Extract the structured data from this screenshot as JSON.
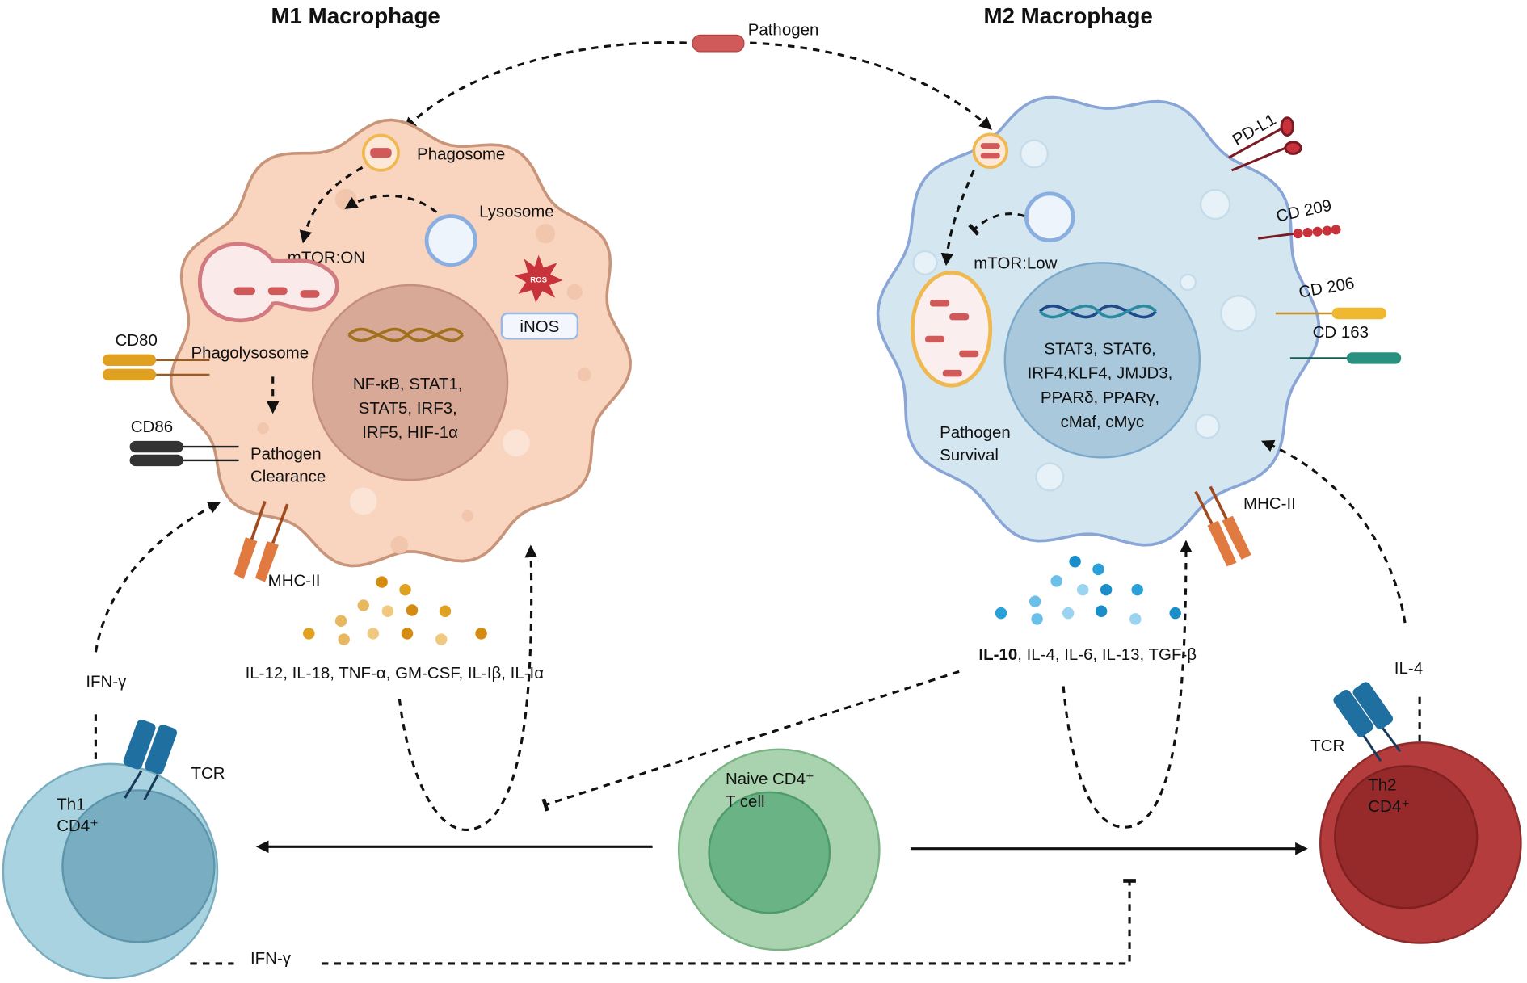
{
  "m1": {
    "title": "M1 Macrophage",
    "phagosome": "Phagosome",
    "lysosome": "Lysosome",
    "mtor": "mTOR:ON",
    "ros": "ROS",
    "inos": "iNOS",
    "phagolysosome": "Phagolysosome",
    "nucleus_lines": [
      "NF-κB, STAT1,",
      "STAT5, IRF3,",
      "IRF5, HIF-1α"
    ],
    "cd80": "CD80",
    "cd86": "CD86",
    "clearance_lines": [
      "Pathogen",
      "Clearance"
    ],
    "mhc": "MHC-II",
    "cytokines": "IL-12, IL-18, TNF-α, GM-CSF, IL-Iβ, IL-Iα"
  },
  "m2": {
    "title": "M2 Macrophage",
    "mtor": "mTOR:Low",
    "nucleus_lines": [
      "STAT3, STAT6,",
      "IRF4,KLF4, JMJD3,",
      "PPARδ, PPARγ,",
      "cMaf, cMyc"
    ],
    "survival_lines": [
      "Pathogen",
      "Survival"
    ],
    "pdl1": "PD-L1",
    "cd209": "CD 209",
    "cd206": "CD 206",
    "cd163": "CD 163",
    "mhc": "MHC-II",
    "cytokines_bold": "IL-10",
    "cytokines_rest": ", IL-4, IL-6, IL-13, TGF-β"
  },
  "pathogen": "Pathogen",
  "th1": {
    "lines": [
      "Th1",
      "CD4⁺"
    ],
    "tcr": "TCR",
    "ifn_up": "IFN-γ",
    "ifn_bottom": "IFN-γ"
  },
  "naive": {
    "lines": [
      "Naive CD4⁺",
      "T cell"
    ]
  },
  "th2": {
    "lines": [
      "Th2",
      "CD4⁺"
    ],
    "tcr": "TCR",
    "il4": "IL-4"
  },
  "colors": {
    "m1_cell": "#f9d5bf",
    "m1_nucleus": "#d8a996",
    "m2_cell": "#d4e6f0",
    "m2_nucleus": "#a9c8dc",
    "th1": "#a9d3e0",
    "naive": "#a9d3ae",
    "th2": "#b53c3c",
    "pathogen": "#d05a5a"
  }
}
